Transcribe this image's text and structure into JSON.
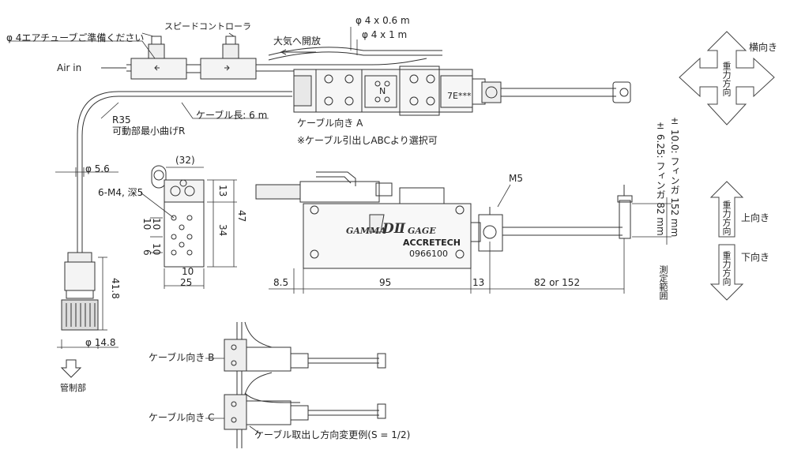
{
  "labels": {
    "tube_note": "φ 4エアチューブご準備ください",
    "speed_controller": "スピードコントローラ",
    "tube_06": "φ 4 x 0.6 m",
    "tube_1": "φ 4 x 1 m",
    "air_open": "大気へ開放",
    "air_in": "Air in",
    "r35": "R35",
    "min_bend": "可動部最小曲げR",
    "cable_len": "ケーブル長: 6 m",
    "cable_a": "ケーブル向き A",
    "cable_select": "※ケーブル引出しABCより選択可",
    "phi56": "φ 5.6",
    "dim32": "(32)",
    "m4": "6-M4, 深5",
    "dim13": "13",
    "dim47": "47",
    "dim34": "34",
    "dim10a": "10",
    "dim10b": "10",
    "dim6": "6",
    "dim10c": "10",
    "dim10d": "10",
    "dim25": "25",
    "dim418": "41.8",
    "phi148": "φ 14.8",
    "control": "管制部",
    "m5": "M5",
    "dim85": "8.5",
    "dim95": "95",
    "dim13b": "13",
    "dim82": "82 or 152",
    "finger82": "± 6.25: フィンガ 82 mm",
    "finger152": "± 10.0: フィンガ 152 mm",
    "measure_range": "測定範囲",
    "yoko": "横向き",
    "ue": "上向き",
    "shita": "下向き",
    "juryoku1": "重力方向",
    "juryoku2": "重力方向",
    "juryoku3": "重力方向",
    "cable_b": "ケーブル向き B",
    "cable_c": "ケーブル向き C",
    "cable_change": "ケーブル取出し方向変更例(S = 1/2)",
    "logo_main": "GAMMA",
    "logo_d": "DⅡ",
    "logo_gage": "GAGE",
    "logo_maker": "ACCRETECH",
    "serial": "0966100",
    "top_marking": "7E***",
    "top_n": "N"
  }
}
